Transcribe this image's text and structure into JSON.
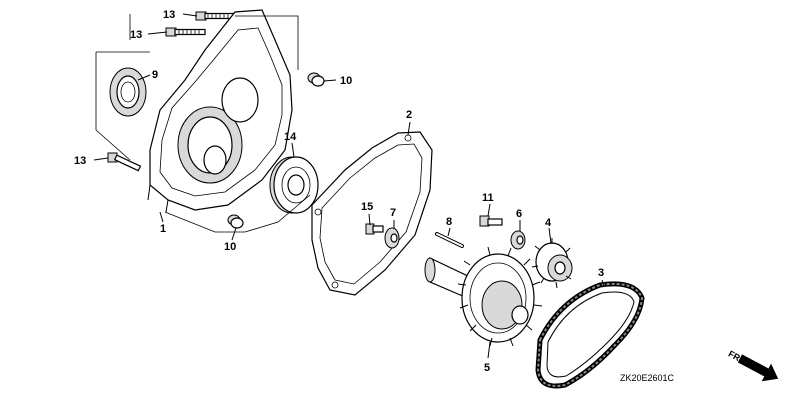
{
  "callouts": {
    "c13a": "13",
    "c13b": "13",
    "c13c": "13",
    "c9": "9",
    "c10a": "10",
    "c10b": "10",
    "c14": "14",
    "c1": "1",
    "c2": "2",
    "c15": "15",
    "c7": "7",
    "c8": "8",
    "c11": "11",
    "c6": "6",
    "c4": "4",
    "c3": "3",
    "c5": "5"
  },
  "drawing_code": "ZK20E2601C",
  "direction_label": "FR."
}
